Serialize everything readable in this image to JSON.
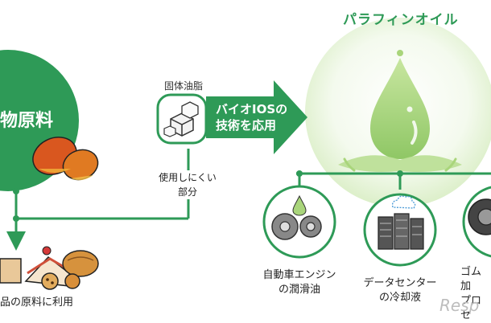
{
  "title": "パラフィンオイル",
  "left_circle_label": "物原料",
  "bottom_left_label": "品の原料に利用",
  "solid_fat_label": "固体油脂",
  "technology_lines": [
    "バイオIOSの",
    "技術を応用"
  ],
  "unused_part_lines": [
    "使用しにくい",
    "部分"
  ],
  "applications": [
    {
      "lines": [
        "自動車エンジン",
        "の潤滑油"
      ]
    },
    {
      "lines": [
        "データセンター",
        "の冷却液"
      ]
    },
    {
      "lines": [
        "ゴム",
        "加",
        "プロセ"
      ]
    }
  ],
  "watermark": "Resp",
  "colors": {
    "green": "#2e9a57",
    "light_green": "#cfe8b5",
    "drop": "#a9d57b"
  },
  "icons": [
    "palm-fruit-icon",
    "pastry-icon",
    "solid-fat-cube-icon",
    "oil-drop-icon",
    "gears-icon",
    "server-rack-icon",
    "tire-icon"
  ]
}
